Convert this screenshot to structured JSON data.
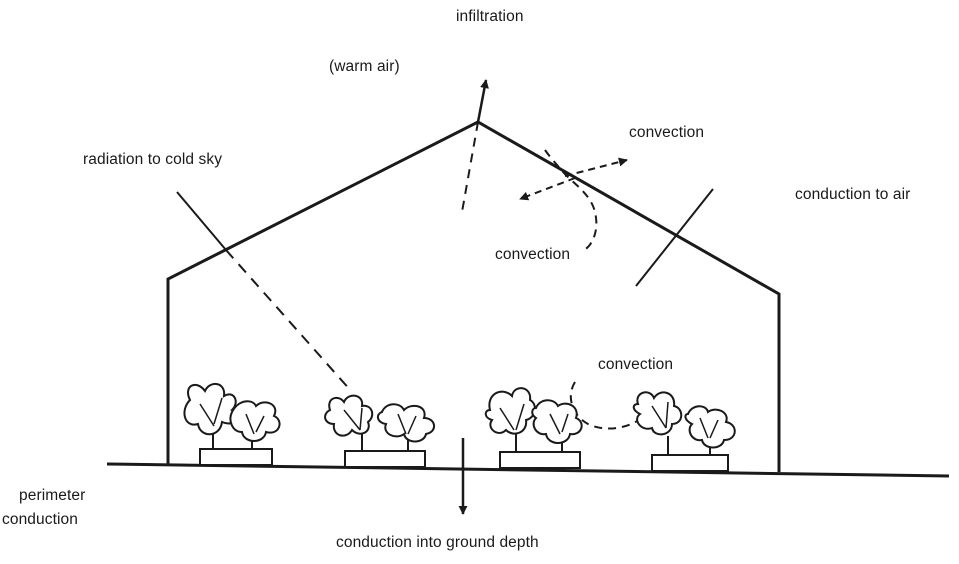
{
  "labels": {
    "infiltration": "infiltration",
    "warm_air": "(warm air)",
    "convection_top": "convection",
    "radiation": "radiation to cold sky",
    "conduction_air": "conduction to air",
    "convection_mid": "convection",
    "convection_right": "convection",
    "perimeter_line1": "perimeter",
    "perimeter_line2": "conduction",
    "ground_depth": "conduction into ground depth"
  },
  "colors": {
    "ink": "#1a1a1a",
    "background": "#ffffff"
  },
  "icons": {
    "plants": [
      "plant-icon",
      "plant-icon",
      "plant-icon",
      "plant-icon"
    ],
    "arrows": [
      "arrow-up-icon",
      "arrow-down-icon",
      "arrow-left-icon",
      "arrow-right-icon"
    ]
  }
}
